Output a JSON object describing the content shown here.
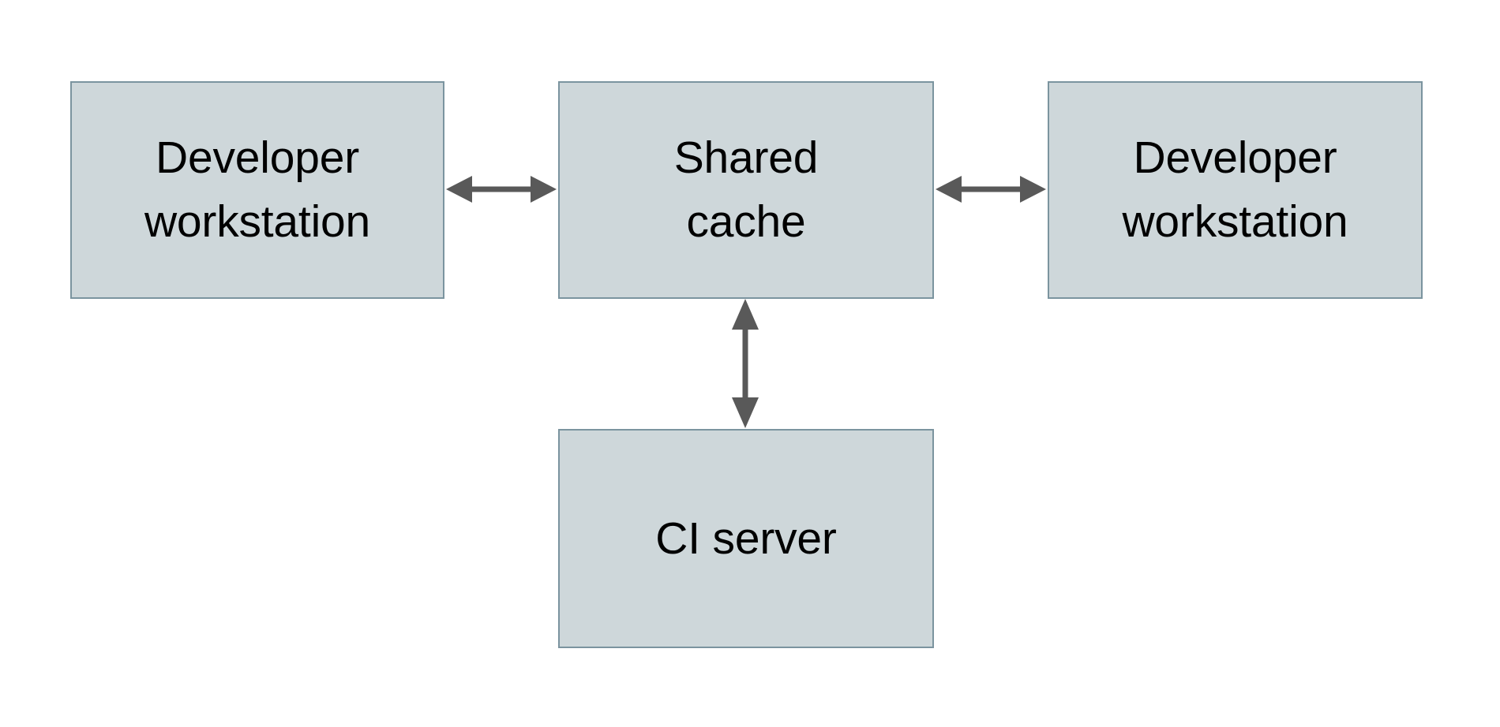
{
  "diagram": {
    "type": "block-diagram",
    "background_color": "#ffffff",
    "node_fill_color": "#ced7da",
    "node_border_color": "#7b949f",
    "connector_color": "#595959",
    "text_color": "#000000",
    "nodes": [
      {
        "id": "dev-left",
        "label": "Developer\nworkstation"
      },
      {
        "id": "shared",
        "label": "Shared\ncache"
      },
      {
        "id": "dev-right",
        "label": "Developer\nworkstation"
      },
      {
        "id": "ci",
        "label": "CI server"
      }
    ],
    "connectors": [
      {
        "id": "left-shared",
        "from": "dev-left",
        "to": "shared",
        "orientation": "horizontal",
        "arrowheads": "both"
      },
      {
        "id": "shared-right",
        "from": "shared",
        "to": "dev-right",
        "orientation": "horizontal",
        "arrowheads": "both"
      },
      {
        "id": "shared-ci",
        "from": "shared",
        "to": "ci",
        "orientation": "vertical",
        "arrowheads": "both"
      }
    ]
  }
}
